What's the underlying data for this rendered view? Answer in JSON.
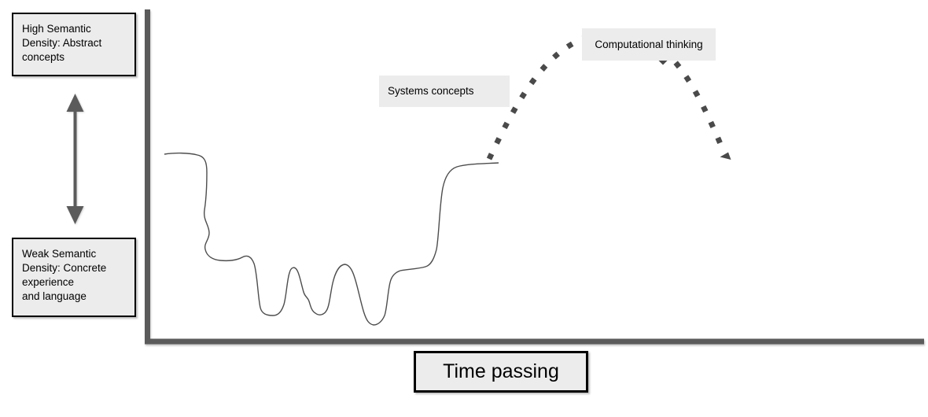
{
  "colors": {
    "background": "#ffffff",
    "box_fill": "#ececec",
    "box_border": "#000000",
    "axis_gray": "#5b5b5b",
    "curve_gray": "#4d4d4d",
    "dot_gray": "#4a4a4a",
    "text": "#000000"
  },
  "boxes": {
    "high_semantic_density": "High Semantic\nDensity: Abstract\nconcepts",
    "weak_semantic_density": "Weak Semantic\nDensity: Concrete\nexperience\nand language"
  },
  "annotations": {
    "systems_concepts": "Systems concepts",
    "computational_thinking": "Computational thinking"
  },
  "axis": {
    "x_label": "Time passing"
  }
}
